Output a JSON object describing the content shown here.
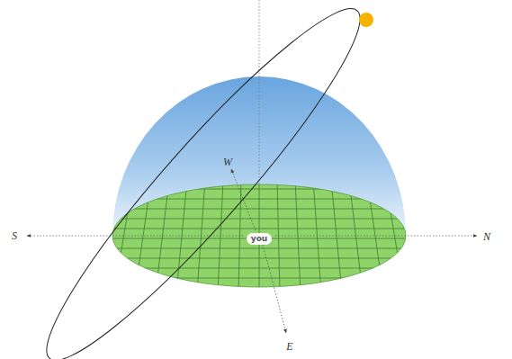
{
  "diagram": {
    "labels": [
      "S",
      "N",
      "W",
      "E",
      "you"
    ]
  }
}
